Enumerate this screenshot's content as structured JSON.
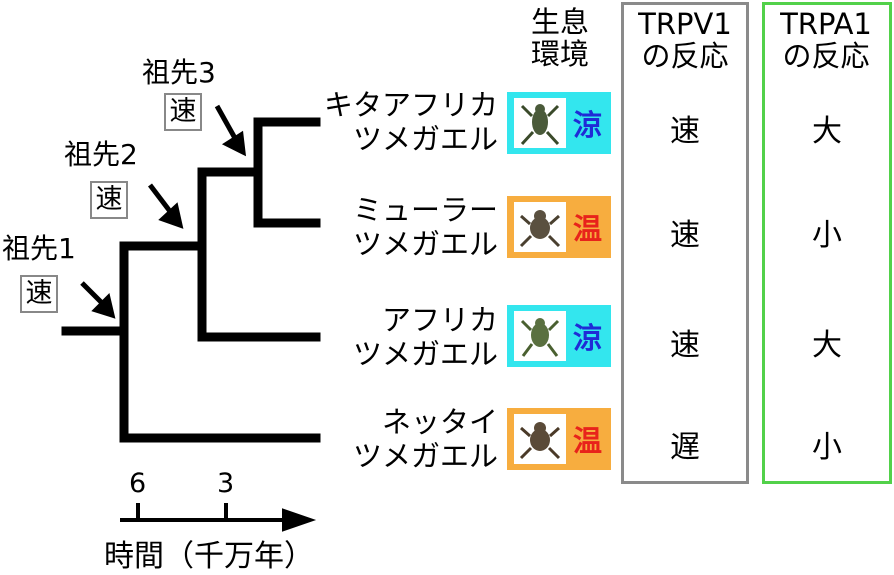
{
  "ancestors": [
    {
      "label": "祖先1",
      "speed": "速"
    },
    {
      "label": "祖先2",
      "speed": "速"
    },
    {
      "label": "祖先3",
      "speed": "速"
    }
  ],
  "species": [
    {
      "name_line1": "キタアフリカ",
      "name_line2": "ツメガエル",
      "habitat": "涼",
      "trpv1": "速",
      "trpa1": "大"
    },
    {
      "name_line1": "ミューラー",
      "name_line2": "ツメガエル",
      "habitat": "温",
      "trpv1": "速",
      "trpa1": "小"
    },
    {
      "name_line1": "アフリカ",
      "name_line2": "ツメガエル",
      "habitat": "涼",
      "trpv1": "速",
      "trpa1": "大"
    },
    {
      "name_line1": "ネッタイ",
      "name_line2": "ツメガエル",
      "habitat": "温",
      "trpv1": "遅",
      "trpa1": "小"
    }
  ],
  "headers": {
    "habitat_line1": "生息",
    "habitat_line2": "環境",
    "trpv1_line1": "TRPV1",
    "trpv1_line2": "の反応",
    "trpa1_line1": "TRPA1",
    "trpa1_line2": "の反応"
  },
  "axis": {
    "tick_6": "6",
    "tick_3": "3",
    "label": "時間（千万年）"
  },
  "colors": {
    "cool_bg": "#33e6ee",
    "warm_bg": "#f7ad3f",
    "cool_text": "#1f2bd6",
    "warm_text": "#e8231b",
    "trpv1_border": "#8a8a8a",
    "trpa1_border": "#52d14a"
  }
}
